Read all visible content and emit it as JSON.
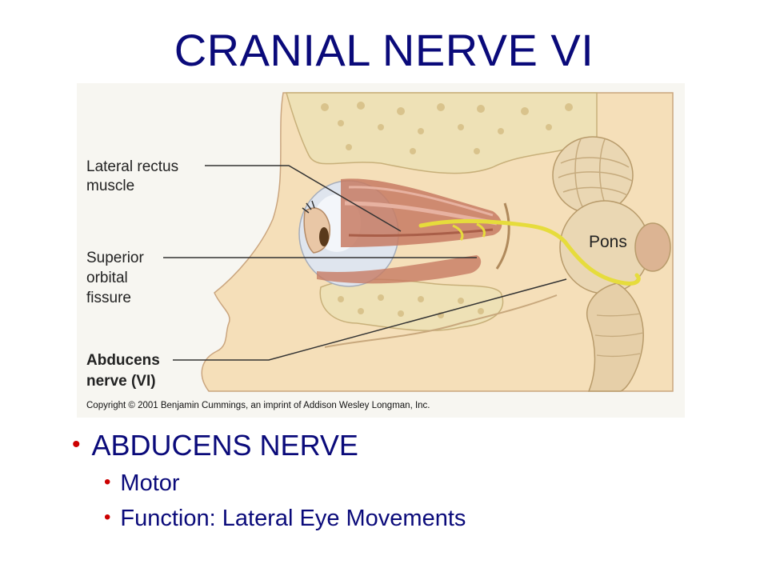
{
  "title": "CRANIAL NERVE VI",
  "figure": {
    "labels": {
      "lateral_rectus_line1": "Lateral rectus",
      "lateral_rectus_line2": "muscle",
      "superior_line1": "Superior",
      "superior_line2": "orbital",
      "superior_line3": "fissure",
      "abducens_line1": "Abducens",
      "abducens_line2": "nerve (VI)",
      "pons": "Pons"
    },
    "copyright": "Copyright © 2001 Benjamin Cummings, an imprint of Addison Wesley Longman, Inc."
  },
  "bullets": {
    "main": "ABDUCENS NERVE",
    "sub": [
      "Motor",
      "Function: Lateral Eye Movements"
    ]
  },
  "colors": {
    "title": "#0a0a7a",
    "bullet_marker": "#cc0000",
    "nerve": "#e6dc3c",
    "muscle": "#c77b63",
    "bone": "#eee1b6",
    "skin": "#f5dfb9"
  }
}
